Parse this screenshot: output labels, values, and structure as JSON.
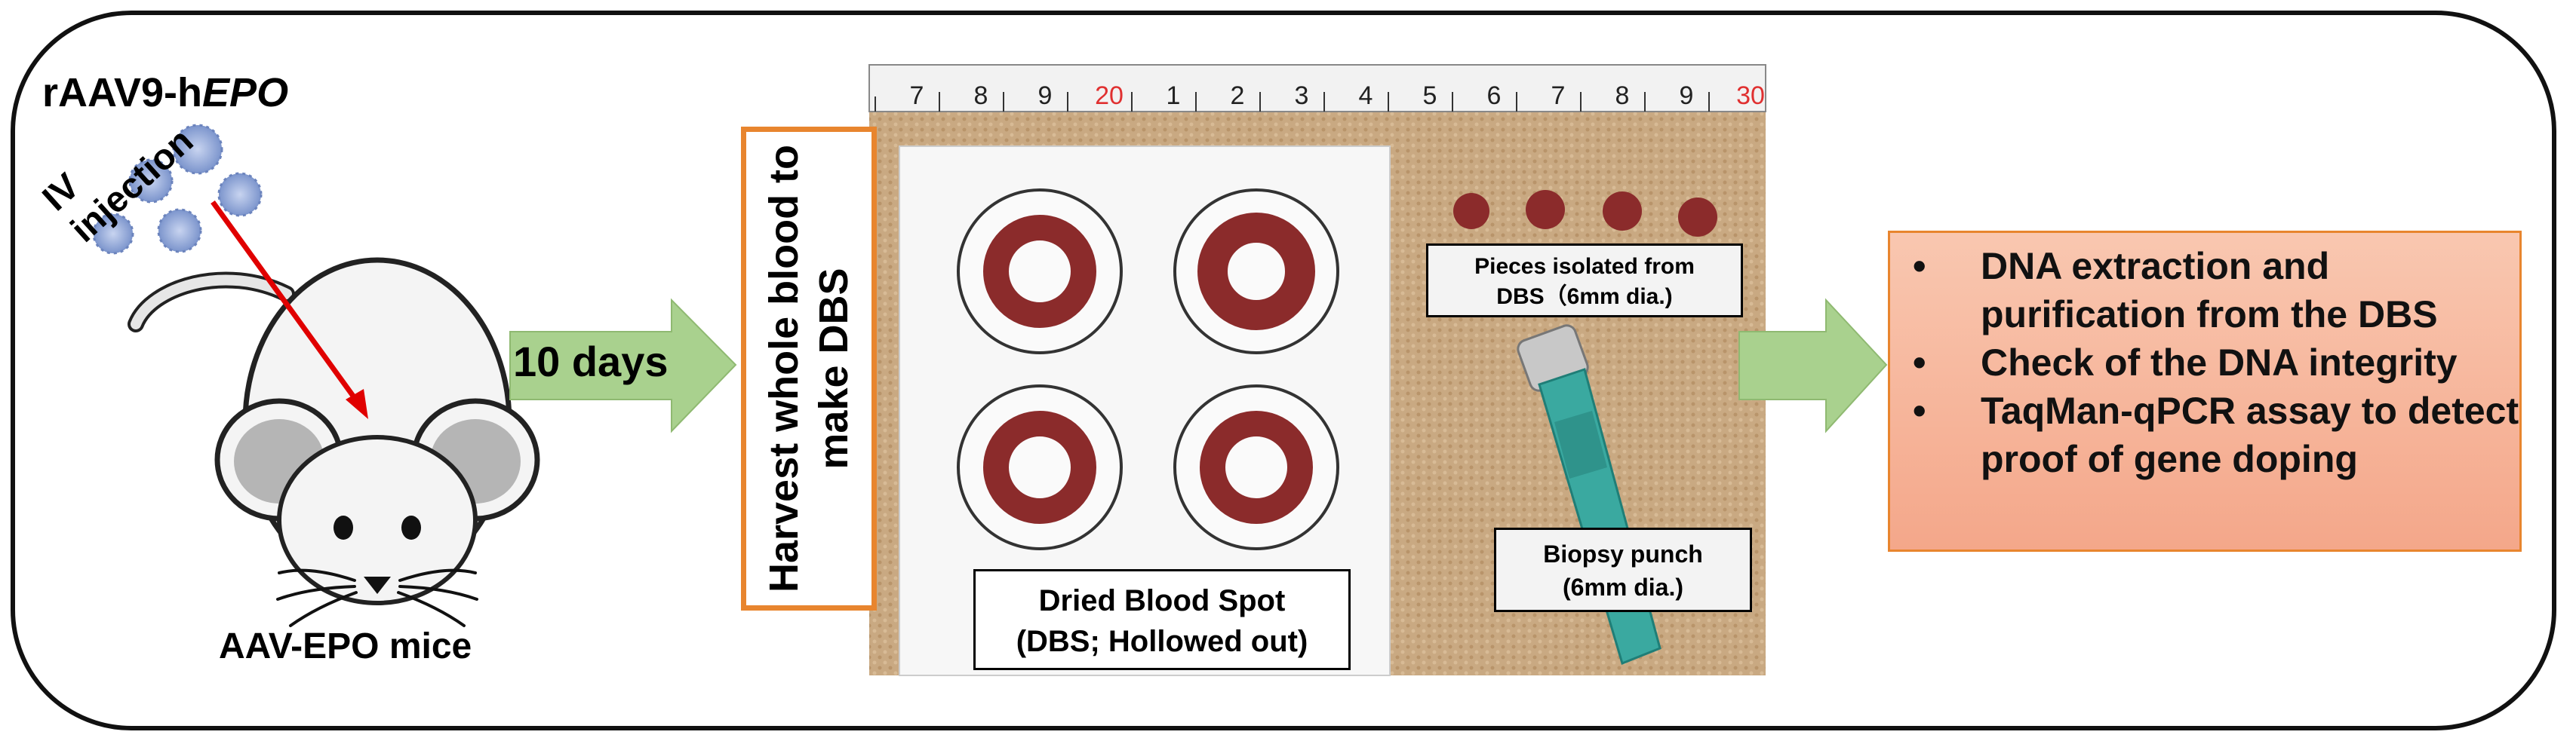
{
  "title": {
    "prefix": "rAAV9-h",
    "gene": "EPO"
  },
  "injection_label": "IV injection",
  "mice_label": "AAV-EPO mice",
  "days_label": "10 days",
  "harvest_label": "Harvest whole blood to make DBS",
  "ruler_numbers": [
    "7",
    "8",
    "9",
    "20",
    "1",
    "2",
    "3",
    "4",
    "5",
    "6",
    "7",
    "8",
    "9",
    "30"
  ],
  "ruler_red_numbers": [
    "20",
    "30"
  ],
  "dbs_label": {
    "line1": "Dried Blood Spot",
    "line2": "(DBS; Hollowed out)"
  },
  "pieces_label": {
    "line1": "Pieces isolated from",
    "line2": "DBS（6mm dia.)"
  },
  "punch_label": {
    "line1": "Biopsy punch",
    "line2": "(6mm dia.)"
  },
  "results": {
    "bullet": "•",
    "items": [
      "DNA extraction and purification from the DBS",
      "Check of the DNA integrity",
      "TaqMan-qPCR assay to detect proof of gene doping"
    ]
  },
  "colors": {
    "arrow_green": "#a9d18e",
    "harvest_border": "#e8852e",
    "result_fill": "#f4a78a",
    "injection_arrow": "#e00000",
    "virus": "#8fa6d8",
    "blood_spot": "#8b2b2b"
  }
}
